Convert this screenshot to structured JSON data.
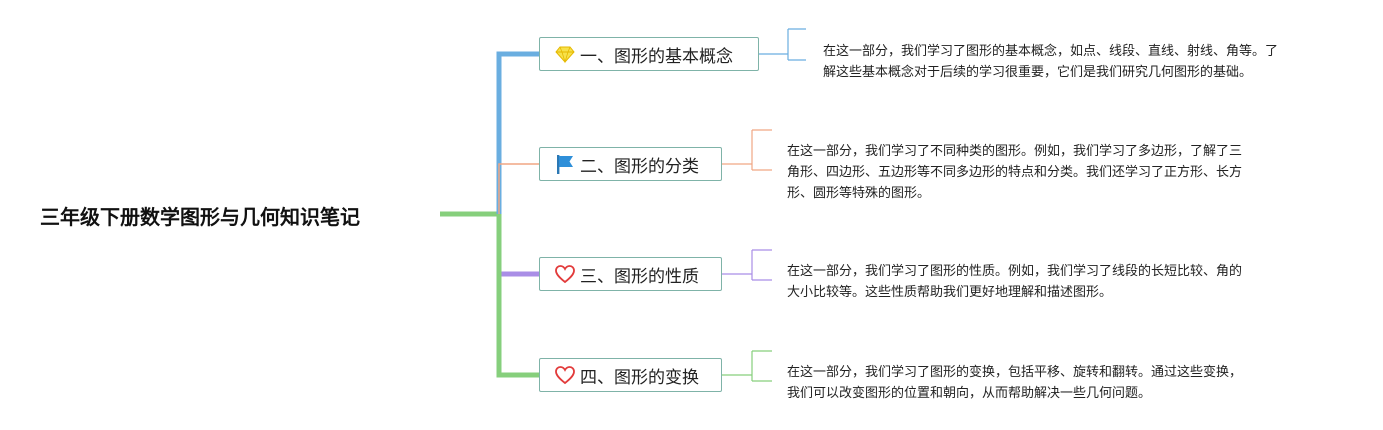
{
  "title": "三年级下册数学图形与几何知识笔记",
  "colors": {
    "branch1": "#6aaee0",
    "branch2": "#f0a684",
    "branch3": "#a98ee6",
    "branch4": "#86cf7c",
    "node_border": "#7fb3a8"
  },
  "branches": [
    {
      "label": "一、图形的基本概念",
      "icon": "diamond-icon",
      "note": "在这一部分，我们学习了图形的基本概念，如点、线段、直线、射线、角等。了\n解这些基本概念对于后续的学习很重要，它们是我们研究几何图形的基础。"
    },
    {
      "label": "二、图形的分类",
      "icon": "flag-icon",
      "note": "在这一部分，我们学习了不同种类的图形。例如，我们学习了多边形，了解了三\n角形、四边形、五边形等不同多边形的特点和分类。我们还学习了正方形、长方\n形、圆形等特殊的图形。"
    },
    {
      "label": "三、图形的性质",
      "icon": "heart-icon",
      "note": "在这一部分，我们学习了图形的性质。例如，我们学习了线段的长短比较、角的\n大小比较等。这些性质帮助我们更好地理解和描述图形。"
    },
    {
      "label": "四、图形的变换",
      "icon": "heart-icon",
      "note": "在这一部分，我们学习了图形的变换，包括平移、旋转和翻转。通过这些变换，\n我们可以改变图形的位置和朝向，从而帮助解决一些几何问题。"
    }
  ]
}
